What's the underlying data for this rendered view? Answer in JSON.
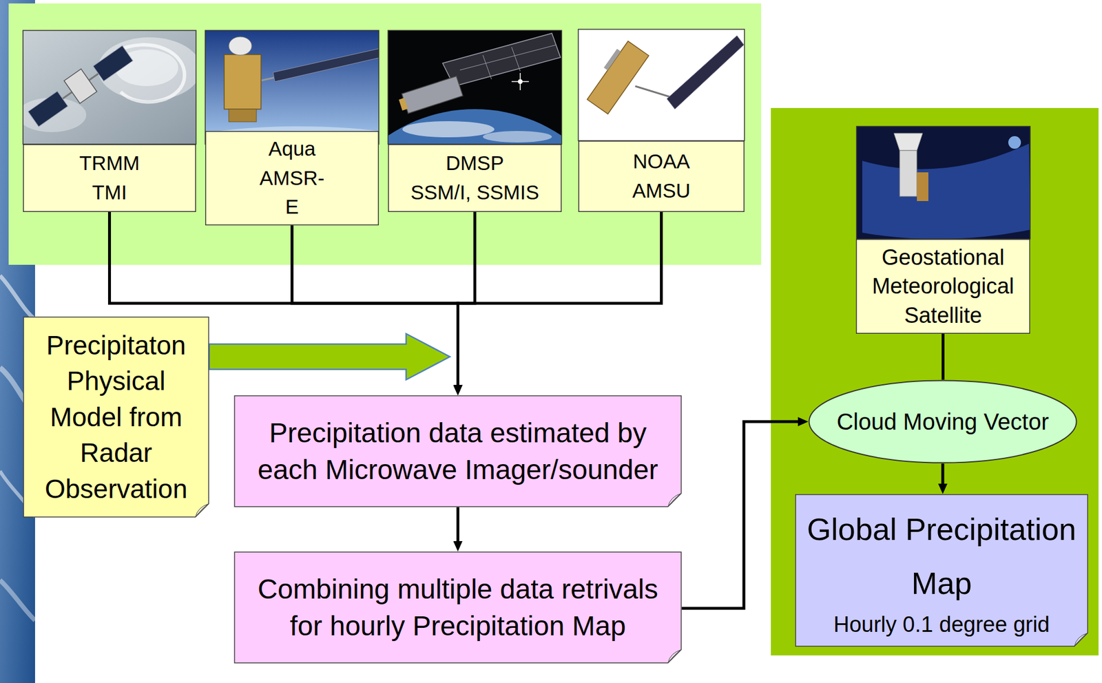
{
  "diagram": {
    "nodes": [
      {
        "text": [
          "TRMM TMI"
        ]
      },
      {
        "text": [
          "Aqua AMSR-E"
        ]
      },
      {
        "text": [
          "DMSP SSM/I, SSMIS"
        ]
      },
      {
        "text": [
          "NOAA AMSU"
        ]
      },
      {
        "text": [
          "Geostational Meteorological Satellite"
        ]
      },
      {
        "text": [
          "Precipitaton Physical Model from Radar Observation"
        ]
      },
      {
        "text": [
          "Precipitation data estimated by each Microwave Imager/sounder"
        ]
      },
      {
        "text": [
          "Cloud Moving Vector"
        ]
      },
      {
        "text": [
          "Combining multiple data retrivals for hourly Precipitation Map"
        ]
      },
      {
        "text": [
          "Global Precipitation Map",
          "Hourly 0.1 degree grid"
        ]
      }
    ],
    "edges": [
      {
        "from": 0,
        "to": 6,
        "arrow": "to"
      },
      {
        "from": 1,
        "to": 6,
        "arrow": "to"
      },
      {
        "from": 2,
        "to": 6,
        "arrow": "to"
      },
      {
        "from": 3,
        "to": 6,
        "arrow": "to"
      },
      {
        "from": 5,
        "to": 6,
        "arrow": "to"
      },
      {
        "from": 6,
        "to": 8,
        "arrow": "to"
      },
      {
        "from": 8,
        "to": 7,
        "arrow": "to"
      },
      {
        "from": 4,
        "to": 7,
        "arrow": "none"
      },
      {
        "from": 7,
        "to": 9,
        "arrow": "to"
      }
    ]
  }
}
